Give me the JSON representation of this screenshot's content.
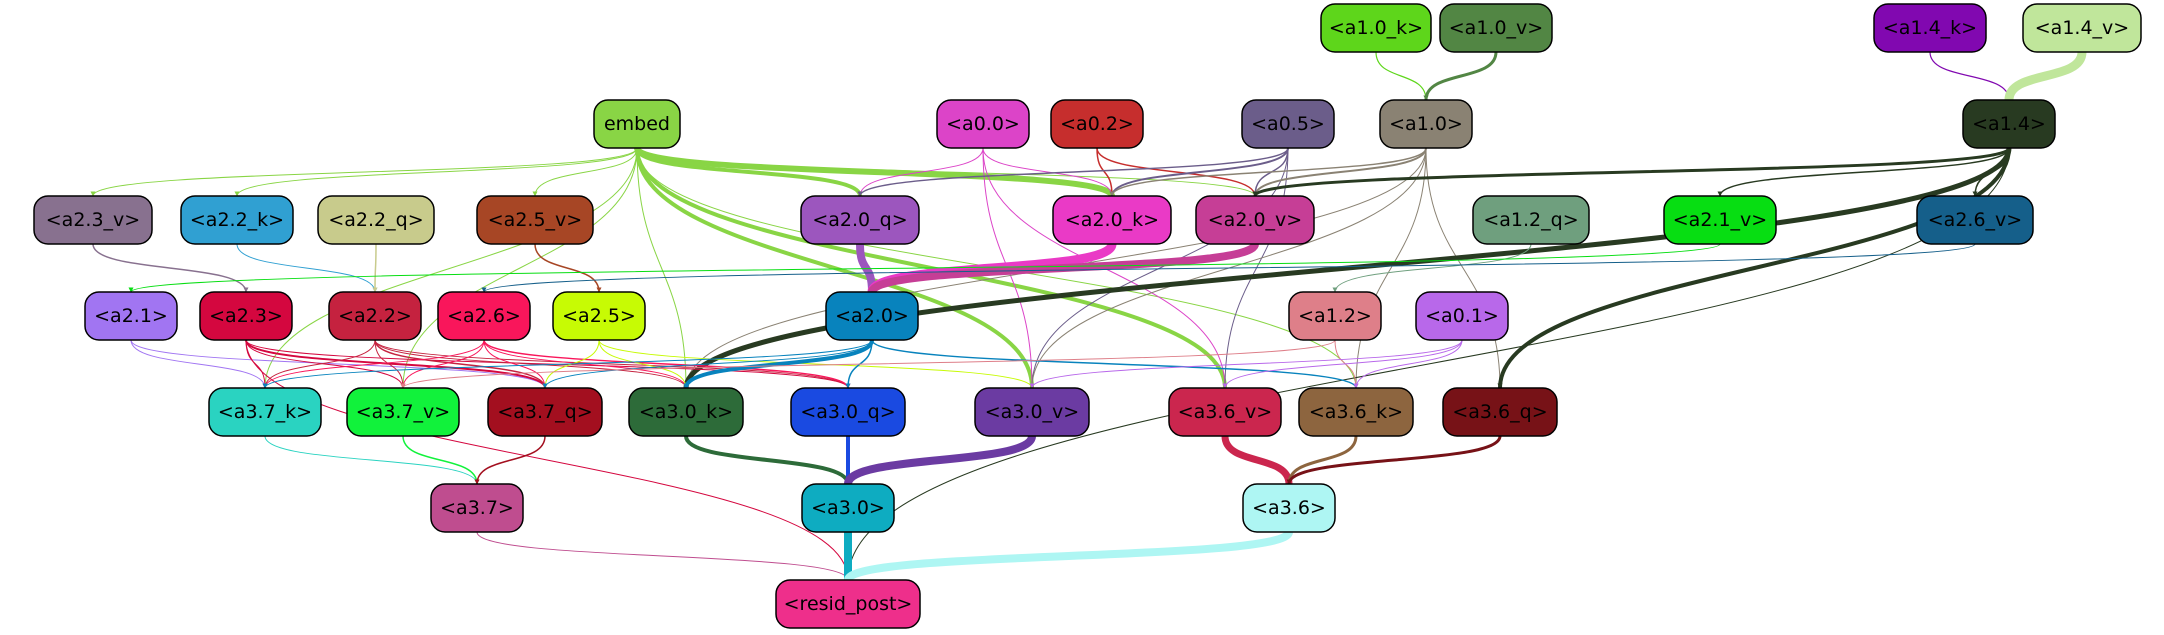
{
  "graph": {
    "nodes": [
      {
        "id": "a1_0_k",
        "label": "<a1.0_k>",
        "fill": "#5ed61b",
        "text": "#000000"
      },
      {
        "id": "a1_0_v",
        "label": "<a1.0_v>",
        "fill": "#528644",
        "text": "#000000"
      },
      {
        "id": "a1_4_k",
        "label": "<a1.4_k>",
        "fill": "#8108b0",
        "text": "#000000"
      },
      {
        "id": "a1_4_v",
        "label": "<a1.4_v>",
        "fill": "#c0e69b",
        "text": "#000000"
      },
      {
        "id": "embed",
        "label": "embed",
        "fill": "#89d545",
        "text": "#000000"
      },
      {
        "id": "a0_0",
        "label": "<a0.0>",
        "fill": "#dc44c8",
        "text": "#000000"
      },
      {
        "id": "a0_2",
        "label": "<a0.2>",
        "fill": "#c62e2d",
        "text": "#000000"
      },
      {
        "id": "a0_5",
        "label": "<a0.5>",
        "fill": "#6b5d8a",
        "text": "#000000"
      },
      {
        "id": "a1_0",
        "label": "<a1.0>",
        "fill": "#8a8273",
        "text": "#000000"
      },
      {
        "id": "a1_4",
        "label": "<a1.4>",
        "fill": "#283a21",
        "text": "#000000"
      },
      {
        "id": "a2_3_v",
        "label": "<a2.3_v>",
        "fill": "#88718f",
        "text": "#000000"
      },
      {
        "id": "a2_2_k",
        "label": "<a2.2_k>",
        "fill": "#30a0d2",
        "text": "#000000"
      },
      {
        "id": "a2_2_q",
        "label": "<a2.2_q>",
        "fill": "#c8cb8c",
        "text": "#000000"
      },
      {
        "id": "a2_5_v",
        "label": "<a2.5_v>",
        "fill": "#a74625",
        "text": "#000000"
      },
      {
        "id": "a2_0_q",
        "label": "<a2.0_q>",
        "fill": "#9c56be",
        "text": "#000000"
      },
      {
        "id": "a2_0_k",
        "label": "<a2.0_k>",
        "fill": "#ea3ac6",
        "text": "#000000"
      },
      {
        "id": "a2_0_v",
        "label": "<a2.0_v>",
        "fill": "#c63e96",
        "text": "#000000"
      },
      {
        "id": "a1_2_q",
        "label": "<a1.2_q>",
        "fill": "#6f9f7e",
        "text": "#000000"
      },
      {
        "id": "a2_1_v",
        "label": "<a2.1_v>",
        "fill": "#07de12",
        "text": "#000000"
      },
      {
        "id": "a2_6_v",
        "label": "<a2.6_v>",
        "fill": "#155f8a",
        "text": "#000000"
      },
      {
        "id": "a2_1",
        "label": "<a2.1>",
        "fill": "#a175f2",
        "text": "#000000"
      },
      {
        "id": "a2_3",
        "label": "<a2.3>",
        "fill": "#d4073f",
        "text": "#000000"
      },
      {
        "id": "a2_2",
        "label": "<a2.2>",
        "fill": "#c5223f",
        "text": "#000000"
      },
      {
        "id": "a2_6",
        "label": "<a2.6>",
        "fill": "#f9165b",
        "text": "#000000"
      },
      {
        "id": "a2_5",
        "label": "<a2.5>",
        "fill": "#c7fb04",
        "text": "#000000"
      },
      {
        "id": "a2_0",
        "label": "<a2.0>",
        "fill": "#0883bd",
        "text": "#000000"
      },
      {
        "id": "a1_2",
        "label": "<a1.2>",
        "fill": "#de7f89",
        "text": "#000000"
      },
      {
        "id": "a0_1",
        "label": "<a0.1>",
        "fill": "#b868ea",
        "text": "#000000"
      },
      {
        "id": "a3_7_k",
        "label": "<a3.7_k>",
        "fill": "#2ad3c1",
        "text": "#000000"
      },
      {
        "id": "a3_7_v",
        "label": "<a3.7_v>",
        "fill": "#11f23b",
        "text": "#000000"
      },
      {
        "id": "a3_7_q",
        "label": "<a3.7_q>",
        "fill": "#a30f1f",
        "text": "#000000"
      },
      {
        "id": "a3_0_k",
        "label": "<a3.0_k>",
        "fill": "#2d6b39",
        "text": "#000000"
      },
      {
        "id": "a3_0_q",
        "label": "<a3.0_q>",
        "fill": "#1a4ae1",
        "text": "#000000"
      },
      {
        "id": "a3_0_v",
        "label": "<a3.0_v>",
        "fill": "#6b3ba2",
        "text": "#000000"
      },
      {
        "id": "a3_6_v",
        "label": "<a3.6_v>",
        "fill": "#cb264e",
        "text": "#000000"
      },
      {
        "id": "a3_6_k",
        "label": "<a3.6_k>",
        "fill": "#8d653f",
        "text": "#000000"
      },
      {
        "id": "a3_6_q",
        "label": "<a3.6_q>",
        "fill": "#771217",
        "text": "#000000"
      },
      {
        "id": "a3_7",
        "label": "<a3.7>",
        "fill": "#bf4d8f",
        "text": "#000000"
      },
      {
        "id": "a3_0",
        "label": "<a3.0>",
        "fill": "#0eacc1",
        "text": "#000000"
      },
      {
        "id": "a3_6",
        "label": "<a3.6>",
        "fill": "#aef6f3",
        "text": "#000000"
      },
      {
        "id": "resid_post",
        "label": "<resid_post>",
        "fill": "#ee2f8b",
        "text": "#000000"
      }
    ],
    "edges": [
      {
        "from": "a1_0_k",
        "to": "a1_0",
        "color": "#5ed61b",
        "weight": 1.2
      },
      {
        "from": "a1_0_v",
        "to": "a1_0",
        "color": "#528644",
        "weight": 3
      },
      {
        "from": "a1_4_k",
        "to": "a1_4",
        "color": "#8108b0",
        "weight": 1.2
      },
      {
        "from": "a1_4_v",
        "to": "a1_4",
        "color": "#c0e69b",
        "weight": 9
      },
      {
        "from": "embed",
        "to": "a2_3_v",
        "color": "#89d545",
        "weight": 1
      },
      {
        "from": "embed",
        "to": "a2_2_k",
        "color": "#89d545",
        "weight": 1
      },
      {
        "from": "embed",
        "to": "a2_5_v",
        "color": "#89d545",
        "weight": 1
      },
      {
        "from": "embed",
        "to": "a2_0_q",
        "color": "#89d545",
        "weight": 4
      },
      {
        "from": "embed",
        "to": "a2_0_k",
        "color": "#89d545",
        "weight": 6
      },
      {
        "from": "embed",
        "to": "a2_0_v",
        "color": "#89d545",
        "weight": 1
      },
      {
        "from": "embed",
        "to": "a3_7_k",
        "color": "#89d545",
        "weight": 1
      },
      {
        "from": "embed",
        "to": "a3_7_v",
        "color": "#89d545",
        "weight": 1
      },
      {
        "from": "embed",
        "to": "a3_0_k",
        "color": "#89d545",
        "weight": 1
      },
      {
        "from": "embed",
        "to": "a3_0_v",
        "color": "#89d545",
        "weight": 4
      },
      {
        "from": "embed",
        "to": "a3_6_v",
        "color": "#89d545",
        "weight": 4
      },
      {
        "from": "embed",
        "to": "a3_6_k",
        "color": "#89d545",
        "weight": 1
      },
      {
        "from": "a0_0",
        "to": "a2_0_q",
        "color": "#dc44c8",
        "weight": 1
      },
      {
        "from": "a0_0",
        "to": "a2_0_k",
        "color": "#dc44c8",
        "weight": 1
      },
      {
        "from": "a0_0",
        "to": "a3_0_v",
        "color": "#dc44c8",
        "weight": 1
      },
      {
        "from": "a0_0",
        "to": "a3_6_v",
        "color": "#dc44c8",
        "weight": 1
      },
      {
        "from": "a0_2",
        "to": "a2_0_k",
        "color": "#c62e2d",
        "weight": 1.5
      },
      {
        "from": "a0_2",
        "to": "a2_0_v",
        "color": "#c62e2d",
        "weight": 1.5
      },
      {
        "from": "a0_5",
        "to": "a2_0_q",
        "color": "#6b5d8a",
        "weight": 1.5
      },
      {
        "from": "a0_5",
        "to": "a2_0_k",
        "color": "#6b5d8a",
        "weight": 2
      },
      {
        "from": "a0_5",
        "to": "a2_0_v",
        "color": "#6b5d8a",
        "weight": 1.5
      },
      {
        "from": "a0_5",
        "to": "a3_0_v",
        "color": "#6b5d8a",
        "weight": 1
      },
      {
        "from": "a0_5",
        "to": "a3_6_v",
        "color": "#6b5d8a",
        "weight": 1
      },
      {
        "from": "a1_0",
        "to": "a2_0_k",
        "color": "#8a8273",
        "weight": 1.5
      },
      {
        "from": "a1_0",
        "to": "a2_0_v",
        "color": "#8a8273",
        "weight": 2
      },
      {
        "from": "a1_0",
        "to": "a3_0_k",
        "color": "#8a8273",
        "weight": 1
      },
      {
        "from": "a1_0",
        "to": "a3_0_v",
        "color": "#8a8273",
        "weight": 1
      },
      {
        "from": "a1_0",
        "to": "a3_6_k",
        "color": "#8a8273",
        "weight": 1
      },
      {
        "from": "a1_0",
        "to": "a3_6_q",
        "color": "#8a8273",
        "weight": 1
      },
      {
        "from": "a1_4",
        "to": "a2_0_v",
        "color": "#283a21",
        "weight": 3
      },
      {
        "from": "a1_4",
        "to": "a2_1_v",
        "color": "#283a21",
        "weight": 1.5
      },
      {
        "from": "a1_4",
        "to": "a2_6_v",
        "color": "#283a21",
        "weight": 1.5
      },
      {
        "from": "a1_4",
        "to": "a3_0_k",
        "color": "#283a21",
        "weight": 5
      },
      {
        "from": "a1_4",
        "to": "a3_6_q",
        "color": "#283a21",
        "weight": 4
      },
      {
        "from": "a1_4",
        "to": "resid_post",
        "color": "#283a21",
        "weight": 1
      },
      {
        "from": "a2_3_v",
        "to": "a2_3",
        "color": "#88718f",
        "weight": 1.5
      },
      {
        "from": "a2_2_k",
        "to": "a2_2",
        "color": "#30a0d2",
        "weight": 1
      },
      {
        "from": "a2_2_q",
        "to": "a2_2",
        "color": "#c8cb8c",
        "weight": 1.5
      },
      {
        "from": "a2_5_v",
        "to": "a2_5",
        "color": "#a74625",
        "weight": 1.5
      },
      {
        "from": "a2_0_q",
        "to": "a2_0",
        "color": "#9c56be",
        "weight": 8
      },
      {
        "from": "a2_0_k",
        "to": "a2_0",
        "color": "#ea3ac6",
        "weight": 9
      },
      {
        "from": "a2_0_v",
        "to": "a2_0",
        "color": "#c63e96",
        "weight": 8
      },
      {
        "from": "a1_2_q",
        "to": "a1_2",
        "color": "#6f9f7e",
        "weight": 1
      },
      {
        "from": "a2_1_v",
        "to": "a2_1",
        "color": "#07de12",
        "weight": 1
      },
      {
        "from": "a2_6_v",
        "to": "a2_6",
        "color": "#155f8a",
        "weight": 1
      },
      {
        "from": "a2_1",
        "to": "a3_7_k",
        "color": "#a175f2",
        "weight": 1
      },
      {
        "from": "a2_1",
        "to": "a3_7_q",
        "color": "#a175f2",
        "weight": 1
      },
      {
        "from": "a2_3",
        "to": "a3_7_k",
        "color": "#d4073f",
        "weight": 1
      },
      {
        "from": "a2_3",
        "to": "a3_7_v",
        "color": "#d4073f",
        "weight": 1
      },
      {
        "from": "a2_3",
        "to": "a3_7_q",
        "color": "#d4073f",
        "weight": 2
      },
      {
        "from": "a2_3",
        "to": "a3_0_q",
        "color": "#d4073f",
        "weight": 1
      },
      {
        "from": "a2_3",
        "to": "resid_post",
        "color": "#d4073f",
        "weight": 1
      },
      {
        "from": "a2_2",
        "to": "a3_7_k",
        "color": "#c5223f",
        "weight": 1
      },
      {
        "from": "a2_2",
        "to": "a3_7_v",
        "color": "#c5223f",
        "weight": 1
      },
      {
        "from": "a2_2",
        "to": "a3_7_q",
        "color": "#c5223f",
        "weight": 1.5
      },
      {
        "from": "a2_2",
        "to": "a3_0_k",
        "color": "#c5223f",
        "weight": 1
      },
      {
        "from": "a2_2",
        "to": "a3_0_q",
        "color": "#c5223f",
        "weight": 1
      },
      {
        "from": "a2_6",
        "to": "a3_7_k",
        "color": "#f9165b",
        "weight": 1
      },
      {
        "from": "a2_6",
        "to": "a3_7_v",
        "color": "#f9165b",
        "weight": 1
      },
      {
        "from": "a2_6",
        "to": "a3_7_q",
        "color": "#f9165b",
        "weight": 1
      },
      {
        "from": "a2_6",
        "to": "a3_0_k",
        "color": "#f9165b",
        "weight": 1
      },
      {
        "from": "a2_6",
        "to": "a3_0_q",
        "color": "#f9165b",
        "weight": 1.5
      },
      {
        "from": "a2_5",
        "to": "a3_7_q",
        "color": "#c7fb04",
        "weight": 1
      },
      {
        "from": "a2_5",
        "to": "a3_0_k",
        "color": "#c7fb04",
        "weight": 1
      },
      {
        "from": "a2_5",
        "to": "a3_0_v",
        "color": "#c7fb04",
        "weight": 1
      },
      {
        "from": "a2_0",
        "to": "a3_7_k",
        "color": "#0883bd",
        "weight": 1
      },
      {
        "from": "a2_0",
        "to": "a3_7_q",
        "color": "#0883bd",
        "weight": 1
      },
      {
        "from": "a2_0",
        "to": "a3_0_k",
        "color": "#0883bd",
        "weight": 4
      },
      {
        "from": "a2_0",
        "to": "a3_0_q",
        "color": "#0883bd",
        "weight": 1.5
      },
      {
        "from": "a2_0",
        "to": "a3_6_k",
        "color": "#0883bd",
        "weight": 1.5
      },
      {
        "from": "a1_2",
        "to": "a3_7_v",
        "color": "#de7f89",
        "weight": 1
      },
      {
        "from": "a1_2",
        "to": "a3_6_k",
        "color": "#de7f89",
        "weight": 1
      },
      {
        "from": "a0_1",
        "to": "a3_0_v",
        "color": "#b868ea",
        "weight": 1
      },
      {
        "from": "a0_1",
        "to": "a3_6_v",
        "color": "#b868ea",
        "weight": 1
      },
      {
        "from": "a0_1",
        "to": "a3_6_k",
        "color": "#b868ea",
        "weight": 1
      },
      {
        "from": "a3_7_k",
        "to": "a3_7",
        "color": "#2ad3c1",
        "weight": 1
      },
      {
        "from": "a3_7_v",
        "to": "a3_7",
        "color": "#11f23b",
        "weight": 1.5
      },
      {
        "from": "a3_7_q",
        "to": "a3_7",
        "color": "#a30f1f",
        "weight": 1.5
      },
      {
        "from": "a3_0_k",
        "to": "a3_0",
        "color": "#2d6b39",
        "weight": 4
      },
      {
        "from": "a3_0_q",
        "to": "a3_0",
        "color": "#1a4ae1",
        "weight": 4
      },
      {
        "from": "a3_0_v",
        "to": "a3_0",
        "color": "#6b3ba2",
        "weight": 8
      },
      {
        "from": "a3_6_v",
        "to": "a3_6",
        "color": "#cb264e",
        "weight": 7
      },
      {
        "from": "a3_6_k",
        "to": "a3_6",
        "color": "#8d653f",
        "weight": 3
      },
      {
        "from": "a3_6_q",
        "to": "a3_6",
        "color": "#771217",
        "weight": 3
      },
      {
        "from": "a3_7",
        "to": "resid_post",
        "color": "#bf4d8f",
        "weight": 1
      },
      {
        "from": "a3_0",
        "to": "resid_post",
        "color": "#0eacc1",
        "weight": 8
      },
      {
        "from": "a3_6",
        "to": "resid_post",
        "color": "#aef6f3",
        "weight": 8
      }
    ]
  }
}
